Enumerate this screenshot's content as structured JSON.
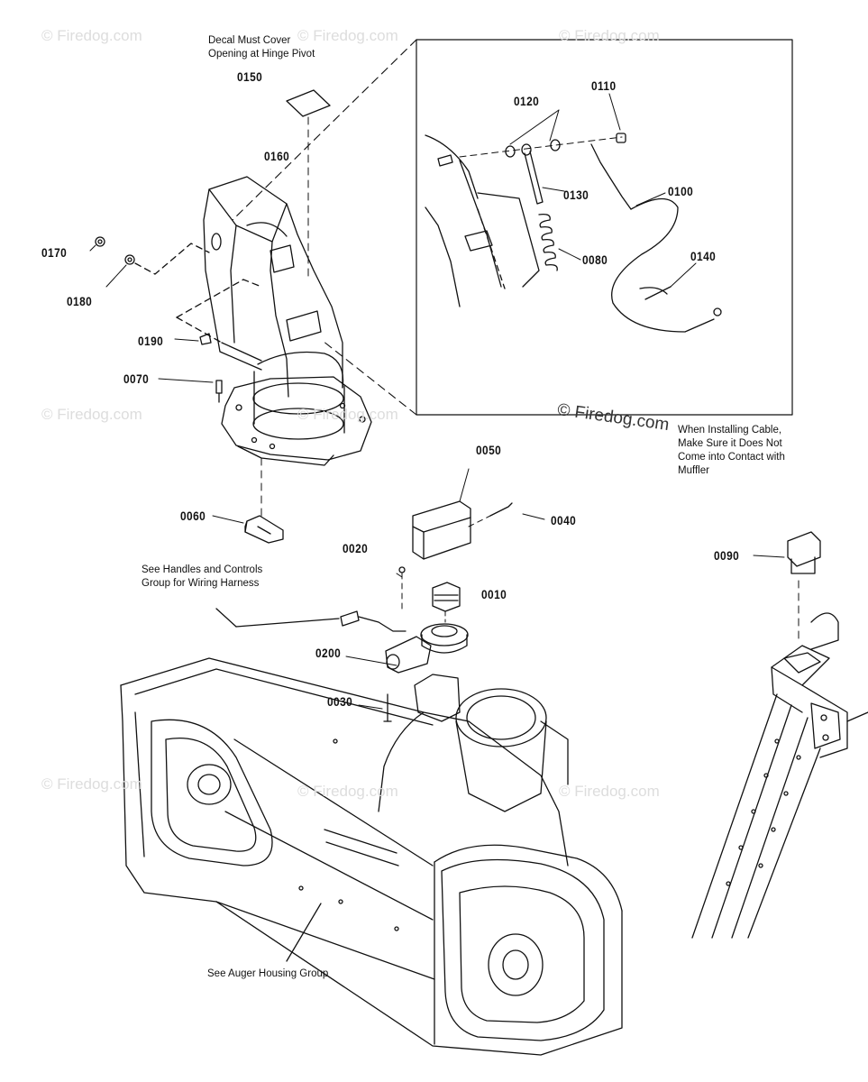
{
  "watermark": "© Firedog.com",
  "part_labels": {
    "p0150": "0150",
    "p0160": "0160",
    "p0170": "0170",
    "p0180": "0180",
    "p0190": "0190",
    "p0070": "0070",
    "p0060": "0060",
    "p0120": "0120",
    "p0110": "0110",
    "p0130": "0130",
    "p0100": "0100",
    "p0080": "0080",
    "p0140": "0140",
    "p0050": "0050",
    "p0040": "0040",
    "p0020": "0020",
    "p0010": "0010",
    "p0200": "0200",
    "p0030": "0030",
    "p0090": "0090"
  },
  "notes": {
    "decal_line1": "Decal Must Cover",
    "decal_line2": "Opening at Hinge Pivot",
    "cable_line1": "When Installing Cable,",
    "cable_line2": "Make Sure it Does Not",
    "cable_line3": "Come into Contact with",
    "cable_line4": "Muffler",
    "handles_line1": "See Handles and Controls",
    "handles_line2": "Group for Wiring Harness",
    "auger_line1": "See Auger Housing Group"
  }
}
